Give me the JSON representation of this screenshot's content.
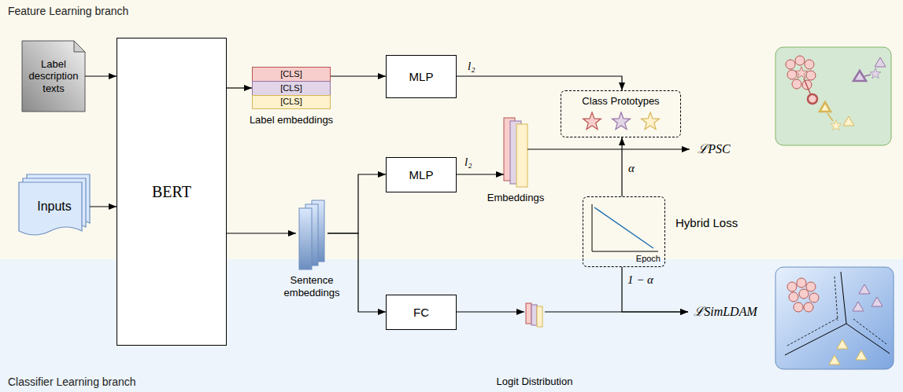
{
  "diagram": {
    "nodes": [
      {
        "text": [
          "Feature Learning branch"
        ]
      },
      {
        "text": [
          "Label description texts"
        ],
        "in": 0
      },
      {
        "text": [
          "Label embeddings"
        ],
        "in": 0
      },
      {
        "text": [
          "[CLS]"
        ],
        "in": 2
      },
      {
        "text": [
          "[CLS]"
        ],
        "in": 2
      },
      {
        "text": [
          "[CLS]"
        ],
        "in": 2
      },
      {
        "text": [
          "MLP"
        ],
        "in": 0
      },
      {
        "text": [
          "Class Prototypes"
        ],
        "in": 0
      },
      {
        "text": [
          "ℒPSC"
        ],
        "in": 0
      },
      {
        "text": [
          "Inputs"
        ],
        "in": 0
      },
      {
        "text": [
          "MLP"
        ],
        "in": 0
      },
      {
        "text": [
          "Embeddings"
        ],
        "in": 0
      },
      {
        "text": [
          "BERT"
        ]
      },
      {
        "text": [
          "Sentence embeddings"
        ]
      },
      {
        "text": [
          "Epoch",
          "Hybrid Loss"
        ]
      },
      {
        "text": [
          "Classifier Learning branch"
        ]
      },
      {
        "text": [
          "FC"
        ],
        "in": 15
      },
      {
        "text": [
          "Logit Distribution"
        ],
        "in": 15
      },
      {
        "text": [
          "ℒSimLDAM"
        ],
        "in": 15
      }
    ],
    "edges": [
      {
        "from": 1,
        "to": 12,
        "arrow": "to"
      },
      {
        "from": 9,
        "to": 12,
        "arrow": "to"
      },
      {
        "from": 12,
        "to": 2,
        "arrow": "to"
      },
      {
        "from": 2,
        "to": 6,
        "arrow": "to"
      },
      {
        "from": 6,
        "to": 7,
        "arrow": "to",
        "label": "l₂"
      },
      {
        "from": 12,
        "to": 13,
        "arrow": "to"
      },
      {
        "from": 13,
        "to": 10,
        "arrow": "to"
      },
      {
        "from": 13,
        "to": 16,
        "arrow": "to"
      },
      {
        "from": 10,
        "to": 11,
        "arrow": "to",
        "label": "l₂"
      },
      {
        "from": 11,
        "to": 8,
        "arrow": "to"
      },
      {
        "from": 16,
        "to": 17,
        "arrow": "to"
      },
      {
        "from": 17,
        "to": 18,
        "arrow": "to"
      },
      {
        "from": 14,
        "to": 7,
        "arrow": "to",
        "label": "α"
      },
      {
        "from": 14,
        "to": 18,
        "arrow": "to",
        "label": "1 − α"
      }
    ]
  }
}
